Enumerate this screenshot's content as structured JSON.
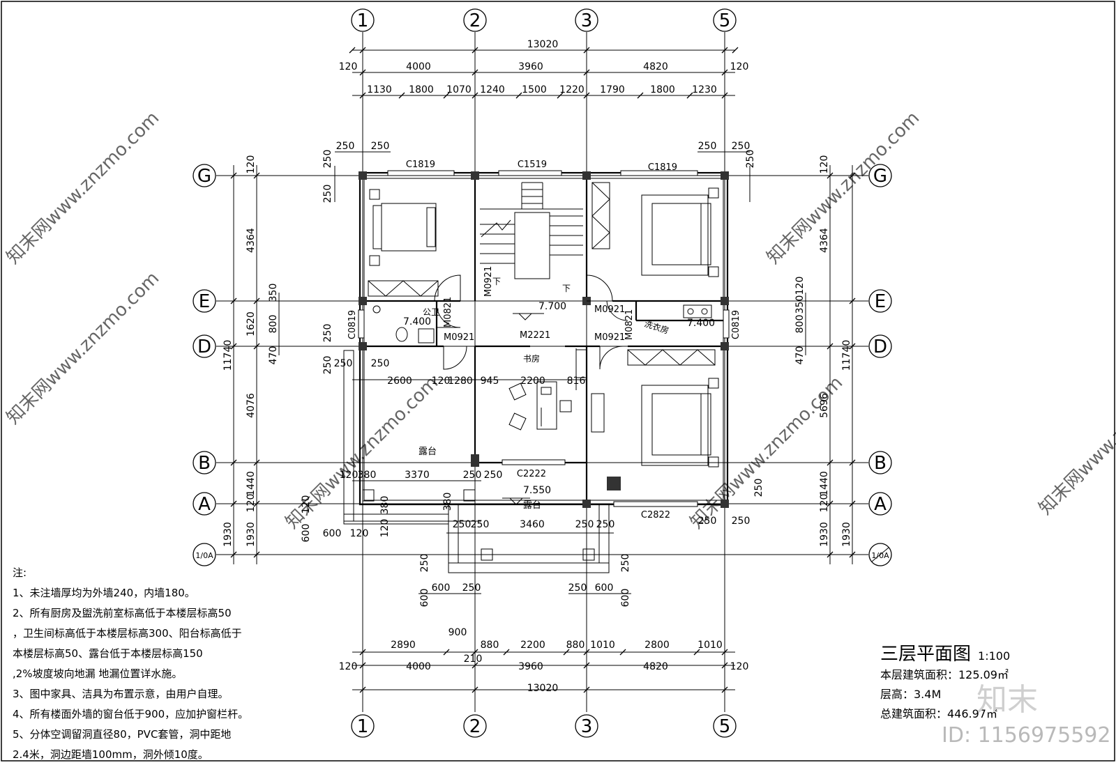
{
  "axes": {
    "columns": [
      "1",
      "2",
      "3",
      "5"
    ],
    "rows_left": [
      "G",
      "E",
      "D",
      "B",
      "A",
      "1/0A"
    ],
    "rows_right": [
      "G",
      "E",
      "D",
      "B",
      "A",
      "1/0A"
    ]
  },
  "dims_top": {
    "total": "13020",
    "seg": [
      "120",
      "4000",
      "3960",
      "4820",
      "120"
    ],
    "detail": [
      "1130",
      "1800",
      "1070",
      "1240",
      "1500",
      "1220",
      "1790",
      "1800",
      "1230"
    ],
    "corner_l": [
      "250",
      "250"
    ],
    "corner_r": [
      "250",
      "250"
    ]
  },
  "dims_bottom": {
    "total": "13020",
    "seg": [
      "120",
      "4000",
      "3960",
      "4820",
      "120"
    ],
    "detail": [
      "2890",
      "900",
      "880",
      "2200",
      "880",
      "1010",
      "2800",
      "1010"
    ],
    "mid": "210",
    "steps_l": [
      "600",
      "600",
      "250"
    ],
    "steps_r": [
      "250",
      "600",
      "600"
    ],
    "steps_v": [
      "250",
      "250"
    ]
  },
  "dims_left": {
    "total": "11740",
    "seg": [
      "4364",
      "1620",
      "4076",
      "1440",
      "1930"
    ],
    "detail": [
      "120",
      "250",
      "250",
      "350",
      "800",
      "250",
      "470",
      "250",
      "120",
      "600",
      "1930"
    ],
    "low": [
      "600",
      "120"
    ]
  },
  "dims_right": {
    "total": "11740",
    "seg": [
      "4364",
      "5696",
      "1440",
      "1930"
    ],
    "detail": [
      "120",
      "250",
      "120",
      "350",
      "800",
      "470",
      "250",
      "120",
      "1930"
    ]
  },
  "inner_dims": {
    "row1": [
      "2600",
      "120",
      "1280",
      "945",
      "2200",
      "816"
    ],
    "row2": [
      "120",
      "380",
      "3370",
      "250",
      "250"
    ],
    "row3": [
      "250",
      "250",
      "3460",
      "250",
      "250"
    ],
    "side": [
      "380",
      "380",
      "120"
    ],
    "c_left": [
      "250",
      "250"
    ],
    "c_top": [
      "250",
      "250"
    ]
  },
  "windows": [
    "C1819",
    "C1519",
    "C1819",
    "C0819",
    "C0819",
    "C2222",
    "C2822"
  ],
  "doors": [
    "M0921",
    "M0821",
    "M0921",
    "M2221",
    "M0921",
    "M0821",
    "M0921"
  ],
  "rooms": {
    "study": "书房",
    "terrace1": "露台",
    "terrace2": "露台",
    "wc": "公卫",
    "laundry": "洗衣房"
  },
  "elevations": [
    "7.700",
    "7.400",
    "7.400",
    "7.550"
  ],
  "stairs": [
    "下",
    "下"
  ],
  "notes": {
    "title": "注:",
    "lines": [
      "1、未注墙厚均为外墙240，内墙180。",
      "2、所有厨房及盥洗前室标高低于本楼层标高50",
      "，卫生间标高低于本楼层标高300、阳台标高低于",
      "本楼层标高50、露台低于本楼层标高150",
      ",2%坡度坡向地漏 地漏位置详水施。",
      "3、图中家具、洁具为布置示意，由用户自理。",
      "4、所有楼面外墙的窗台低于900，应加护窗栏杆。",
      "5、分体空调留洞直径80，PVC套管，洞中距地",
      "2.4米，洞边距墙100mm，洞外倾10度。"
    ]
  },
  "legend": {
    "title": "三层平面图",
    "scale": "1:100",
    "area_label": "本层建筑面积：125.09㎡",
    "height_label": "层高：3.4M",
    "total_label": "总建筑面积：446.97㎡"
  },
  "watermark": "知末网www.znzmo.com",
  "brand": "知末",
  "image_id": "ID: 1156975592"
}
